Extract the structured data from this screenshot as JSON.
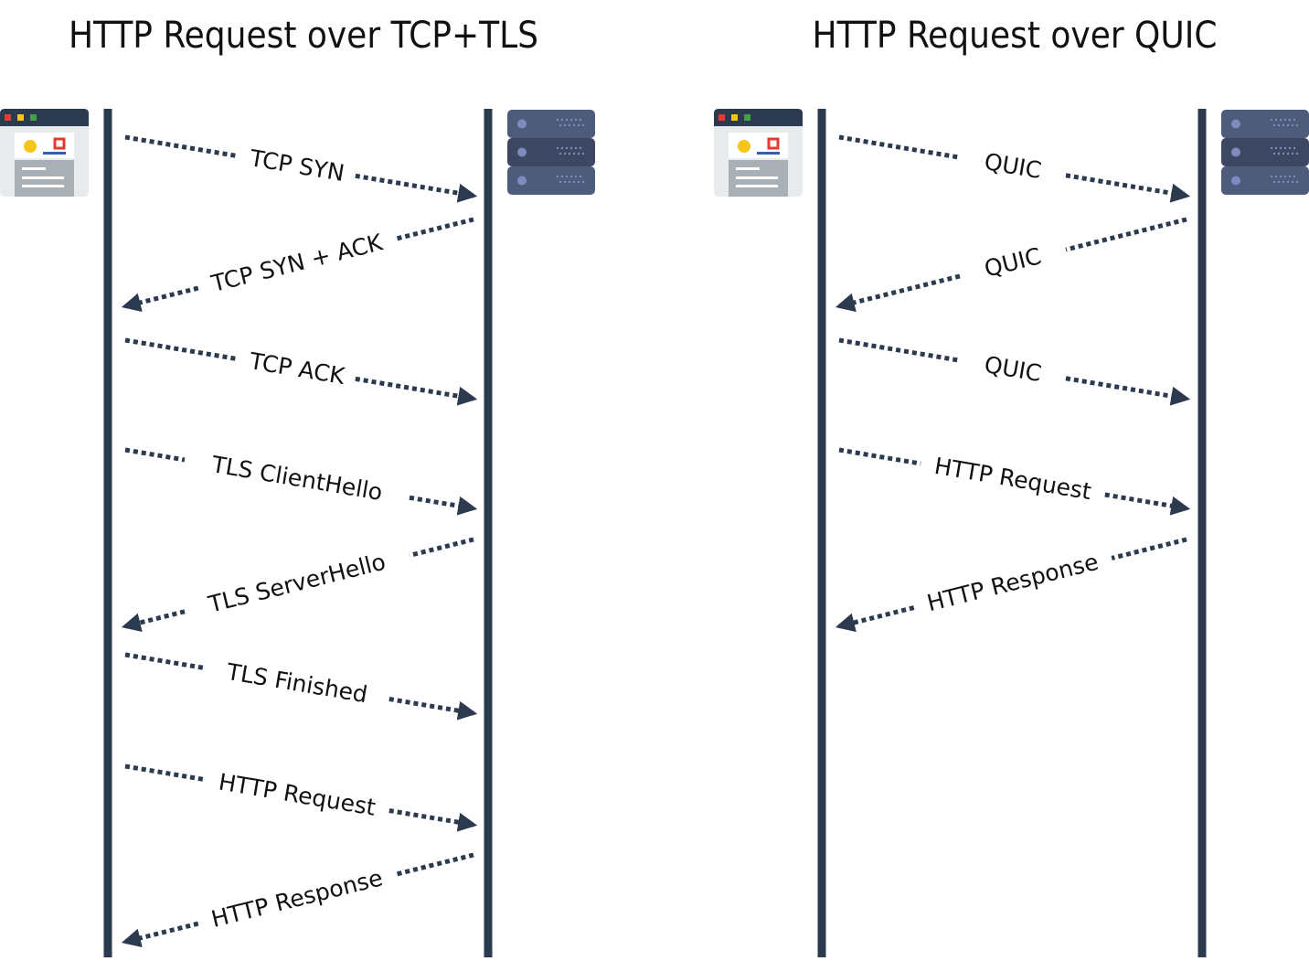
{
  "colors": {
    "line": "#2c3a4f",
    "server_unit": "#4f5b7a",
    "server_unit_dark": "#3d4761",
    "server_light": "#7f8ac0",
    "browser_bar": "#2c3a4f",
    "browser_body": "#e8ebed",
    "browser_panel": "#a9b0b5",
    "dot_red": "#e53935",
    "dot_yellow": "#f5c518",
    "dot_green": "#43a047",
    "accent_blue": "#2f5fb3"
  },
  "diagrams": [
    {
      "title": "HTTP Request over TCP+TLS",
      "client_icon": "browser-window-icon",
      "server_icon": "server-rack-icon",
      "messages": [
        {
          "label": "TCP SYN",
          "direction": "to-server"
        },
        {
          "label": "TCP SYN + ACK",
          "direction": "to-client"
        },
        {
          "label": "TCP ACK",
          "direction": "to-server"
        },
        {
          "label": "TLS ClientHello",
          "direction": "to-server"
        },
        {
          "label": "TLS ServerHello",
          "direction": "to-client"
        },
        {
          "label": "TLS Finished",
          "direction": "to-server"
        },
        {
          "label": "HTTP Request",
          "direction": "to-server"
        },
        {
          "label": "HTTP Response",
          "direction": "to-client"
        }
      ]
    },
    {
      "title": "HTTP Request over QUIC",
      "client_icon": "browser-window-icon",
      "server_icon": "server-rack-icon",
      "messages": [
        {
          "label": "QUIC",
          "direction": "to-server"
        },
        {
          "label": "QUIC",
          "direction": "to-client"
        },
        {
          "label": "QUIC",
          "direction": "to-server"
        },
        {
          "label": "HTTP Request",
          "direction": "to-server"
        },
        {
          "label": "HTTP Response",
          "direction": "to-client"
        }
      ]
    }
  ]
}
